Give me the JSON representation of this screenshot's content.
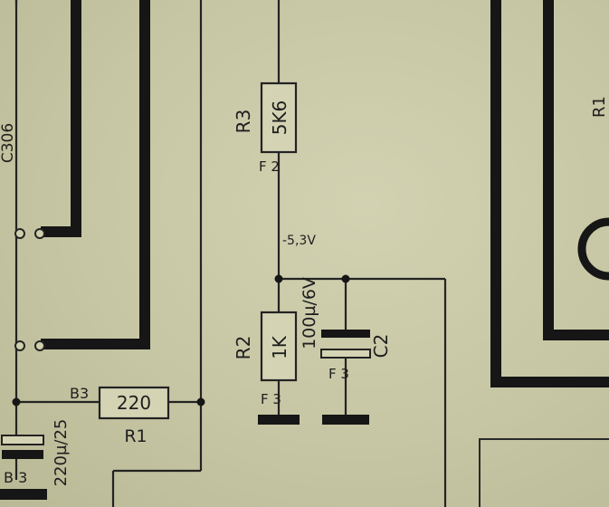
{
  "schematic": {
    "components": {
      "r3": {
        "ref": "R3",
        "value": "5K6",
        "pin_label": "F 2"
      },
      "r2": {
        "ref": "R2",
        "value": "1K",
        "pin_label": "F 3"
      },
      "c2": {
        "ref": "C2",
        "value": "100µ/6V",
        "pin_label": "F 3"
      },
      "r1": {
        "ref": "R1",
        "value": "220",
        "pin_label": "B3"
      },
      "c_bottom": {
        "value": "220µ/25",
        "pin_label": "B 3"
      },
      "c306": {
        "ref": "C306"
      },
      "r_right": {
        "ref": "R1"
      }
    },
    "net_labels": {
      "voltage": "-5,3V"
    },
    "colors": {
      "paper": "#c9c9a8",
      "ink": "#1e1e1e"
    }
  }
}
